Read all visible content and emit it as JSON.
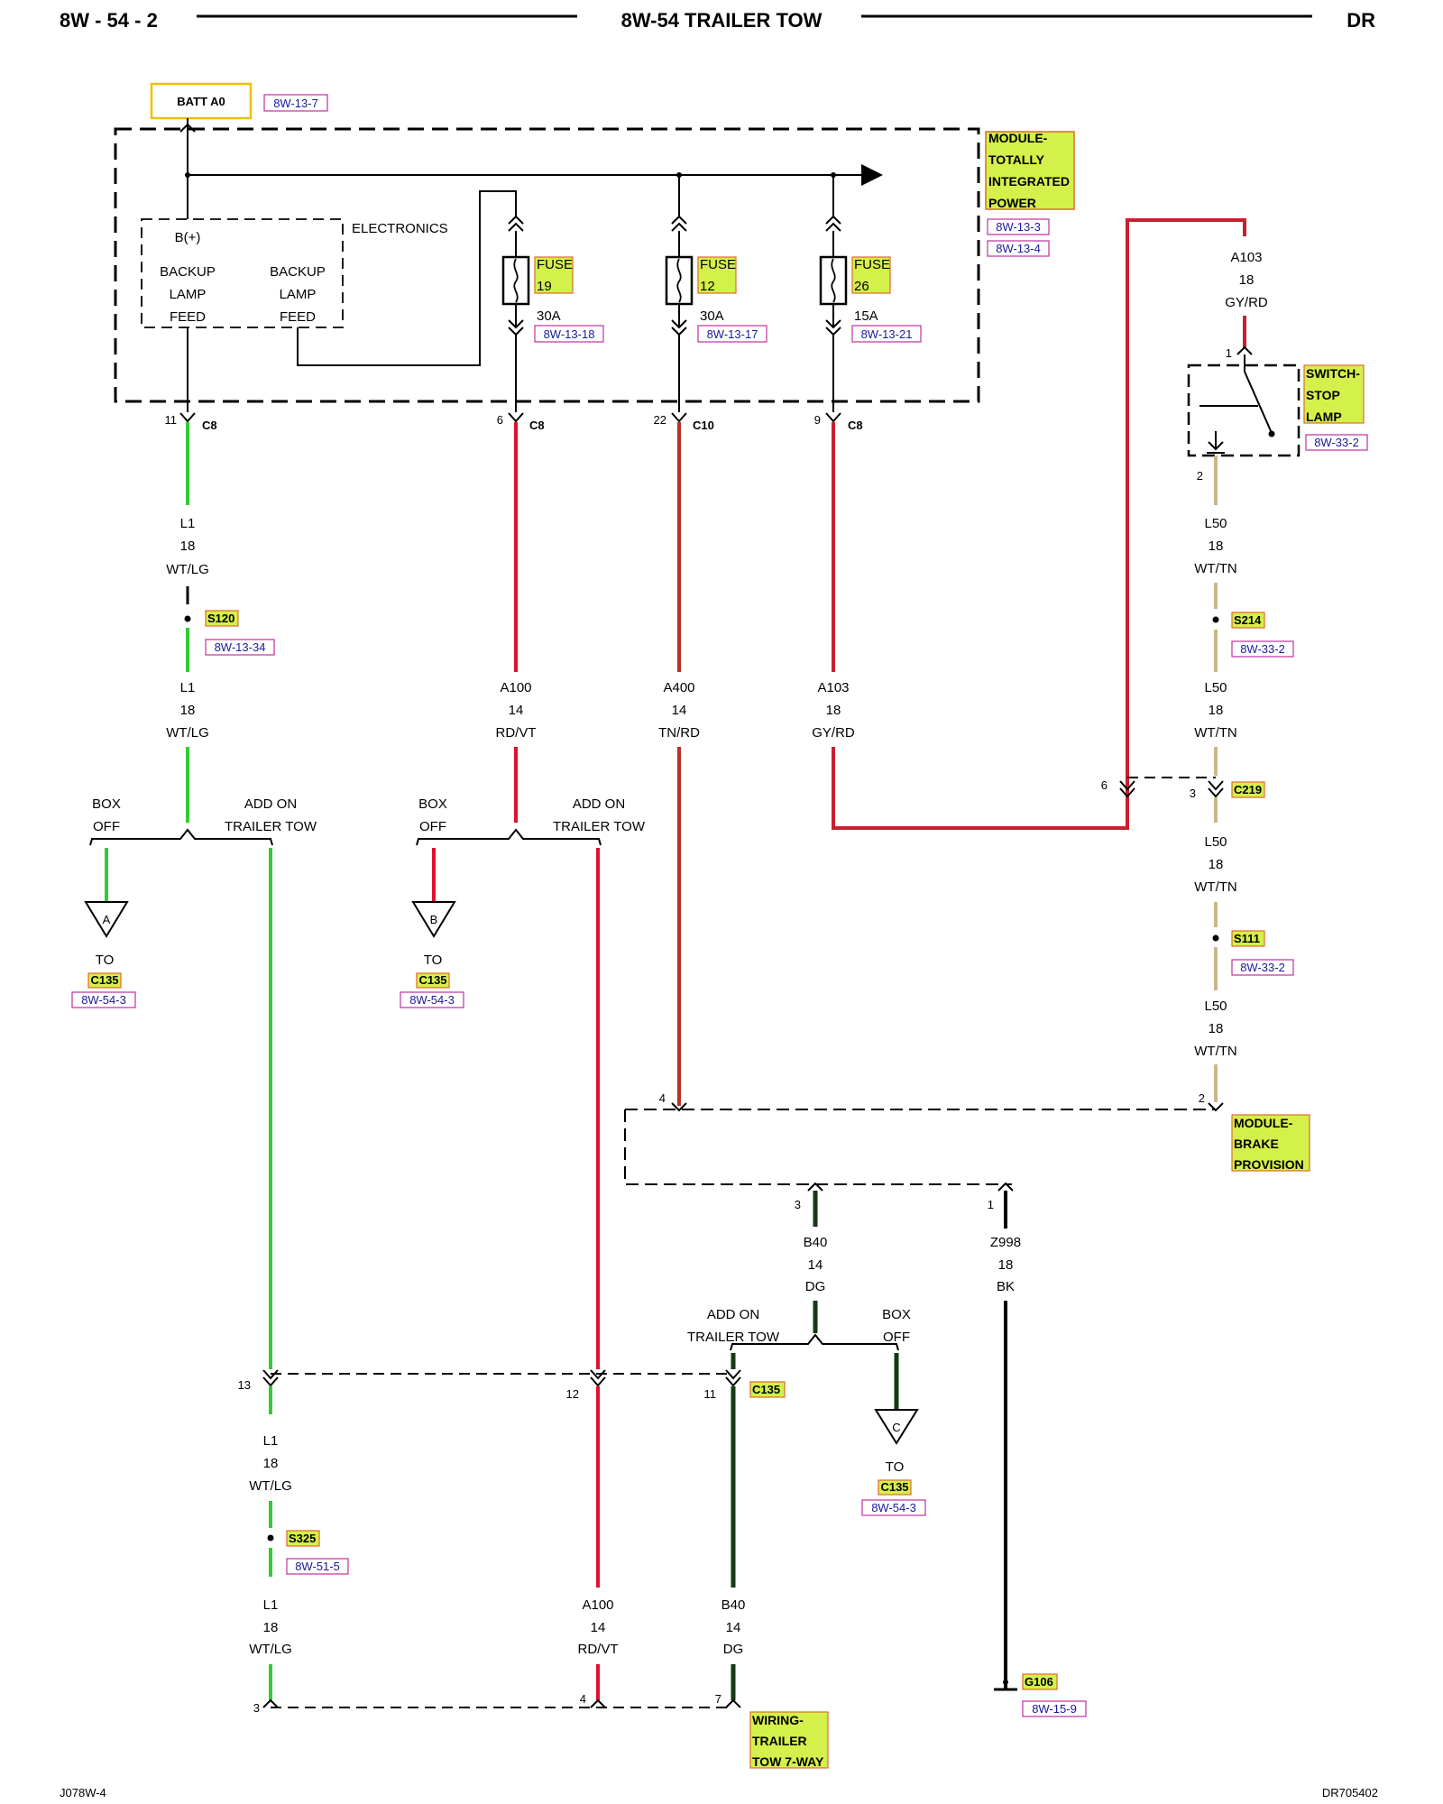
{
  "header": {
    "left": "8W - 54 - 2",
    "center": "8W-54 TRAILER TOW",
    "right": "DR"
  },
  "footer": {
    "left": "J078W-4",
    "right": "DR705402"
  },
  "batt": {
    "label": "BATT A0",
    "ref": "8W-13-7"
  },
  "tipm": {
    "title": [
      "MODULE-",
      "TOTALLY",
      "INTEGRATED",
      "POWER"
    ],
    "refs": [
      "8W-13-3",
      "8W-13-4"
    ],
    "electronics": "ELECTRONICS",
    "bplus": "B(+)",
    "feed1": [
      "BACKUP",
      "LAMP",
      "FEED"
    ],
    "feed2": [
      "BACKUP",
      "LAMP",
      "FEED"
    ]
  },
  "fuses": [
    {
      "word": "FUSE",
      "num": "19",
      "amp": "30A",
      "ref": "8W-13-18"
    },
    {
      "word": "FUSE",
      "num": "12",
      "amp": "30A",
      "ref": "8W-13-17"
    },
    {
      "word": "FUSE",
      "num": "26",
      "amp": "15A",
      "ref": "8W-13-21"
    }
  ],
  "connectors": {
    "c8a": {
      "pin": "11",
      "name": "C8"
    },
    "c8b": {
      "pin": "6",
      "name": "C8"
    },
    "c10": {
      "pin": "22",
      "name": "C10"
    },
    "c8c": {
      "pin": "9",
      "name": "C8"
    }
  },
  "wires": {
    "l1a": [
      "L1",
      "18",
      "WT/LG"
    ],
    "l1b": [
      "L1",
      "18",
      "WT/LG"
    ],
    "a100": [
      "A100",
      "14",
      "RD/VT"
    ],
    "a400": [
      "A400",
      "14",
      "TN/RD"
    ],
    "a103": [
      "A103",
      "18",
      "GY/RD"
    ],
    "a103r": [
      "A103",
      "18",
      "GY/RD"
    ],
    "l50a": [
      "L50",
      "18",
      "WT/TN"
    ],
    "l50b": [
      "L50",
      "18",
      "WT/TN"
    ],
    "l50c": [
      "L50",
      "18",
      "WT/TN"
    ],
    "l50d": [
      "L50",
      "18",
      "WT/TN"
    ],
    "b40": [
      "B40",
      "14",
      "DG"
    ],
    "z998": [
      "Z998",
      "18",
      "BK"
    ],
    "l1c": [
      "L1",
      "18",
      "WT/LG"
    ],
    "l1d": [
      "L1",
      "18",
      "WT/LG"
    ],
    "a100b": [
      "A100",
      "14",
      "RD/VT"
    ],
    "b40b": [
      "B40",
      "14",
      "DG"
    ]
  },
  "splices": {
    "s120": {
      "name": "S120",
      "ref": "8W-13-34"
    },
    "s214": {
      "name": "S214",
      "ref": "8W-33-2"
    },
    "s111": {
      "name": "S111",
      "ref": "8W-33-2"
    },
    "s325": {
      "name": "S325",
      "ref": "8W-51-5"
    }
  },
  "options": {
    "box": [
      "BOX",
      "OFF"
    ],
    "addon": [
      "ADD ON",
      "TRAILER TOW"
    ]
  },
  "offpage": [
    {
      "letter": "A",
      "to": "TO",
      "conn": "C135",
      "ref": "8W-54-3"
    },
    {
      "letter": "B",
      "to": "TO",
      "conn": "C135",
      "ref": "8W-54-3"
    },
    {
      "letter": "C",
      "to": "TO",
      "conn": "C135",
      "ref": "8W-54-3"
    }
  ],
  "switch": {
    "title": [
      "SWITCH-",
      "STOP",
      "LAMP"
    ],
    "ref": "8W-33-2",
    "pin1": "1",
    "pin2": "2"
  },
  "c219": {
    "name": "C219",
    "pin6": "6",
    "pin3": "3"
  },
  "brake": {
    "title": [
      "MODULE-",
      "BRAKE",
      "PROVISION"
    ],
    "pin4": "4",
    "pin2": "2",
    "pin3": "3",
    "pin1": "1"
  },
  "c135": {
    "name": "C135",
    "pin13": "13",
    "pin12": "12",
    "pin11": "11"
  },
  "g106": {
    "name": "G106",
    "ref": "8W-15-9"
  },
  "trailer": {
    "title": [
      "WIRING-",
      "TRAILER",
      "TOW 7-WAY"
    ],
    "pin3": "3",
    "pin4": "4",
    "pin7": "7"
  },
  "colors": {
    "green": "#33cc33",
    "red": "#e01030",
    "tan_red": "#b8322a",
    "gray_red": "#c82030",
    "tan": "#c8b98a",
    "dark_green": "#143a14",
    "black": "#000000",
    "tag_fill": "#d4f04a",
    "tag_stroke": "#e06a2a",
    "ref_stroke": "#c030a0"
  }
}
